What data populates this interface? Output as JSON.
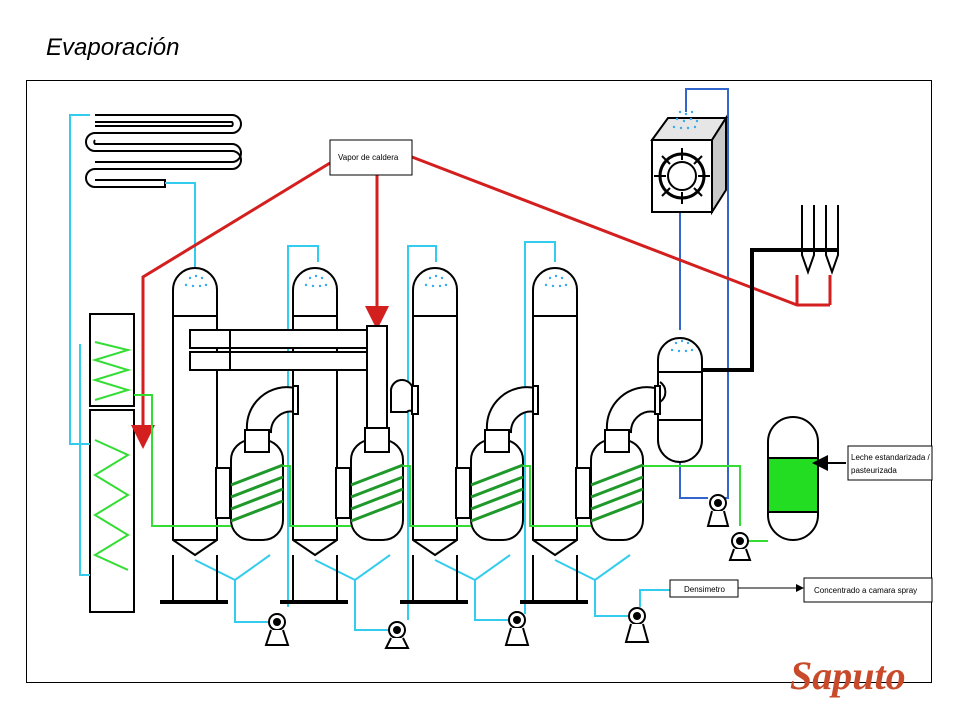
{
  "title": "Evaporación",
  "labels": {
    "steam": "Vapor de caldera",
    "milk_line1": "Leche estandarizada /",
    "milk_line2": "pasteurizada",
    "densimeter": "Densimetro",
    "concentrate": "Concentrado a camara spray"
  },
  "logo": "Saputo",
  "colors": {
    "steam_line": "#d41f1f",
    "water_line": "#33ccee",
    "product_line": "#33dd33",
    "vacuum_line": "#3366cc",
    "tank_fill": "#22dd22",
    "logo": "#c84a2a"
  }
}
